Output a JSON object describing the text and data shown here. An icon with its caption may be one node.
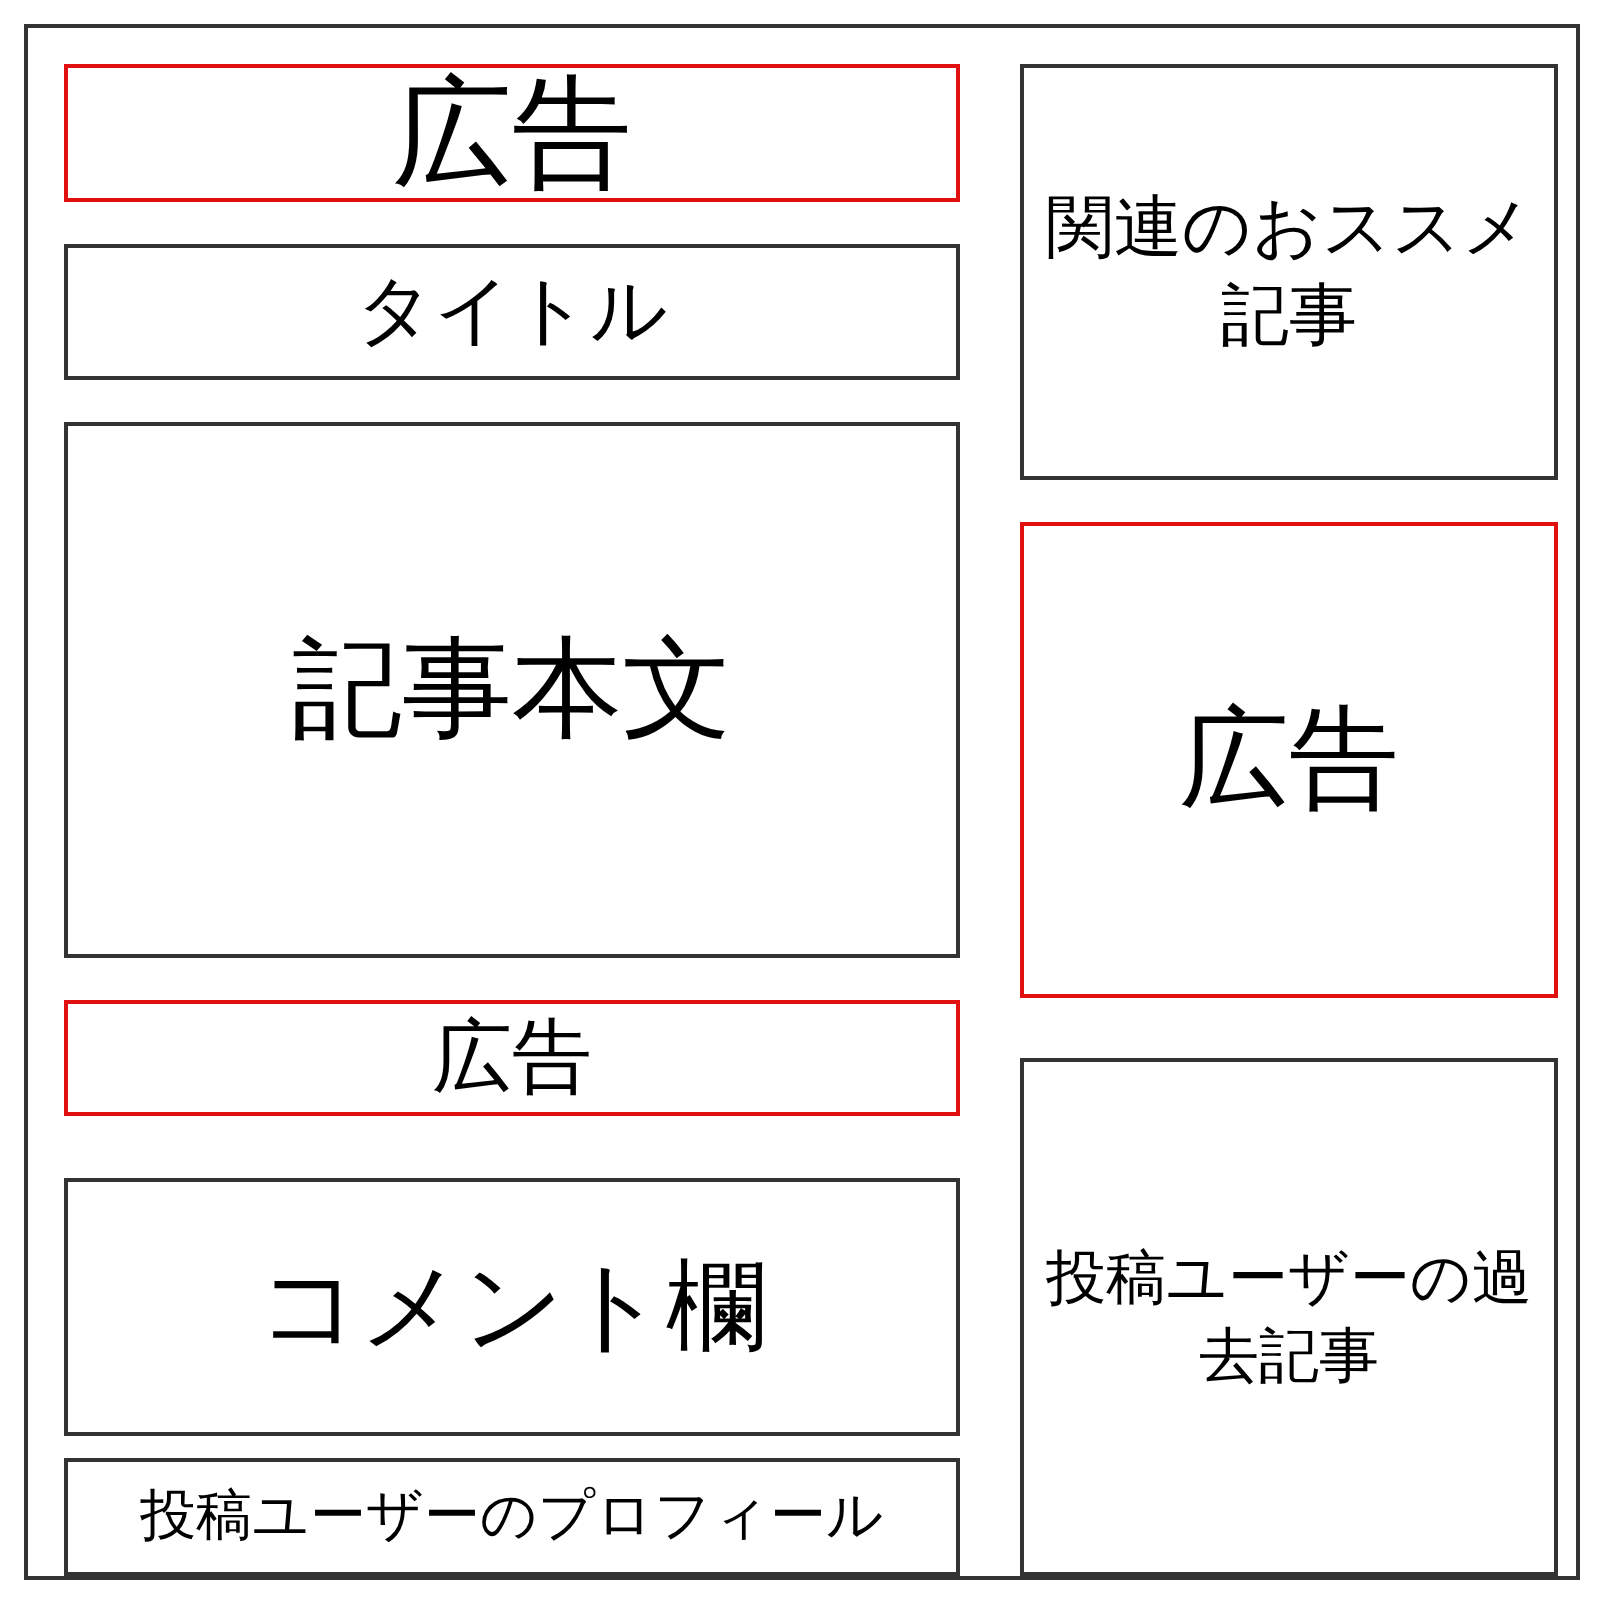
{
  "diagram": {
    "nodes": [
      {
        "text": [],
        "shape": "box"
      },
      {
        "text": [
          "広告"
        ],
        "in": 0
      },
      {
        "text": [
          "タイトル"
        ],
        "in": 0
      },
      {
        "text": [
          "記事本文"
        ],
        "in": 0
      },
      {
        "text": [
          "広告"
        ],
        "in": 0
      },
      {
        "text": [
          "コメント欄"
        ],
        "in": 0
      },
      {
        "text": [
          "投稿ユーザーのプロフィール"
        ],
        "in": 0
      },
      {
        "text": [
          "関連のおススメ記事"
        ],
        "in": 0
      },
      {
        "text": [
          "広告"
        ],
        "in": 0
      },
      {
        "text": [
          "投稿ユーザーの過去記事"
        ],
        "in": 0
      }
    ],
    "edges": []
  }
}
